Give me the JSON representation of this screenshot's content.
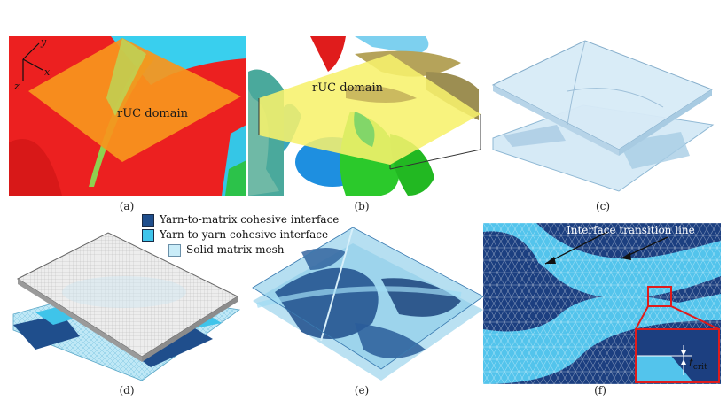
{
  "panels": {
    "a": {
      "caption": "(a)",
      "domain_label": "rUC domain",
      "axes": {
        "y": "y",
        "x": "x",
        "z": "z"
      }
    },
    "b": {
      "caption": "(b)",
      "domain_label": "rUC domain"
    },
    "c": {
      "caption": "(c)"
    },
    "d": {
      "caption": "(d)"
    },
    "e": {
      "caption": "(e)"
    },
    "f": {
      "caption": "(f)",
      "annotation": "Interface transition line",
      "tcrit_main": "t",
      "tcrit_sub": "crit"
    }
  },
  "legend": {
    "items": [
      {
        "label": "Yarn-to-matrix cohesive interface",
        "color": "#1f4e8c"
      },
      {
        "label": "Yarn-to-yarn cohesive interface",
        "color": "#3fc4ea"
      },
      {
        "label": "Solid matrix mesh",
        "color": "#c9ecf8"
      }
    ]
  },
  "colors": {
    "red": "#ee1c1c",
    "orange": "#f7941d",
    "green": "#8fd14f",
    "cyan": "#3ad0ef",
    "yellow": "#f3ef6a",
    "dark_blue": "#1c3f80",
    "light_blue": "#53c4ec",
    "frame_red": "#e01b1b"
  }
}
